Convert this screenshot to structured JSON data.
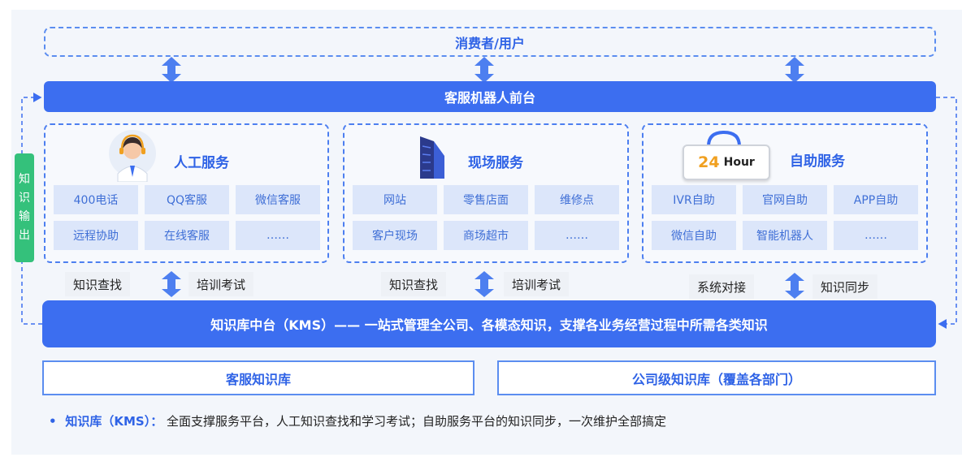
{
  "consumer_label": "消费者/用户",
  "frontend_label": "客服机器人前台",
  "side_label": [
    "知",
    "识",
    "输",
    "出"
  ],
  "panels": [
    {
      "title": "人工服务",
      "icon": "agent-headset-icon",
      "cells": [
        "400电话",
        "QQ客服",
        "微信客服",
        "远程协助",
        "在线客服",
        "……"
      ],
      "tags": [
        "知识查找",
        "培训考试"
      ]
    },
    {
      "title": "现场服务",
      "icon": "building-icon",
      "cells": [
        "网站",
        "零售店面",
        "维修点",
        "客户现场",
        "商场超市",
        "……"
      ],
      "tags": [
        "知识查找",
        "培训考试"
      ]
    },
    {
      "title": "自助服务",
      "icon": "24-hour-icon",
      "icon_text": {
        "num": "24",
        "word": "Hour"
      },
      "cells": [
        "IVR自助",
        "官网自助",
        "APP自助",
        "微信自助",
        "智能机器人",
        "……"
      ],
      "tags": [
        "系统对接",
        "知识同步"
      ]
    }
  ],
  "kms_label": "知识库中台（KMS）—— 一站式管理全公司、各模态知识，支撑各业务经营过程中所需各类知识",
  "libraries": [
    "客服知识库",
    "公司级知识库（覆盖各部门）"
  ],
  "note": {
    "bullet": "•",
    "lead": "知识库（KMS）：",
    "text": "全面支撑服务平台，人工知识查找和学习考试；自助服务平台的知识同步，一次维护全部搞定"
  },
  "colors": {
    "primary": "#3c6ef0",
    "cell": "#dce6fa",
    "side": "#34c17b",
    "accent": "#f0a020"
  }
}
